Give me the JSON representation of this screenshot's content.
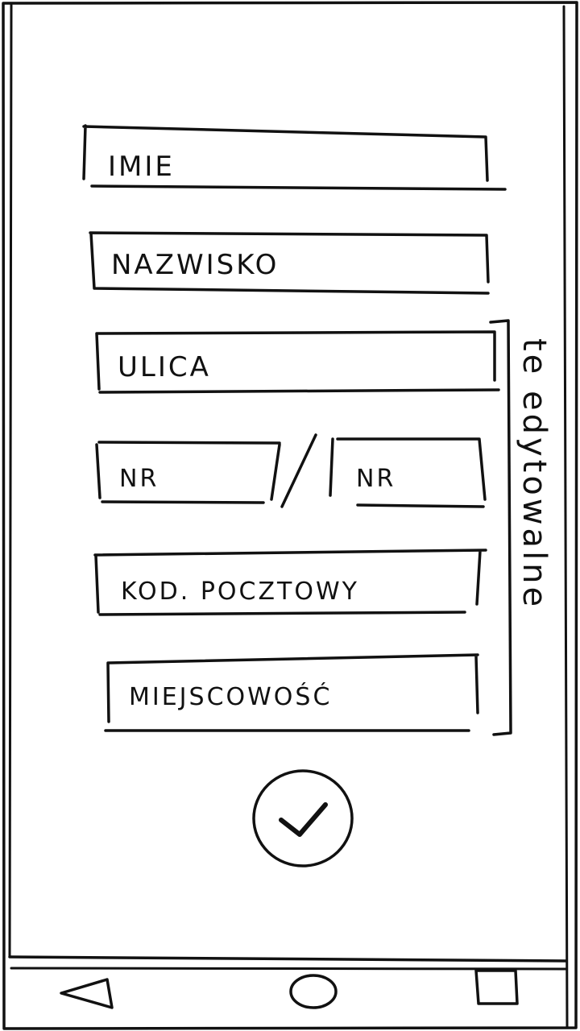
{
  "form": {
    "first_name_label": "IMIE",
    "last_name_label": "NAZWISKO",
    "street_label": "ULICA",
    "house_number_label": "NR",
    "number_separator": "/",
    "apartment_number_label": "NR",
    "postal_code_label": "KOD. POCZTOWY",
    "city_label": "MIEJSCOWOŚĆ"
  },
  "annotation": {
    "editable_note": "te edytowalne"
  },
  "nav_bar": {
    "back_icon": "triangle-back-icon",
    "home_icon": "circle-home-icon",
    "recents_icon": "square-recents-icon"
  },
  "confirm": {
    "icon": "checkmark-icon"
  }
}
